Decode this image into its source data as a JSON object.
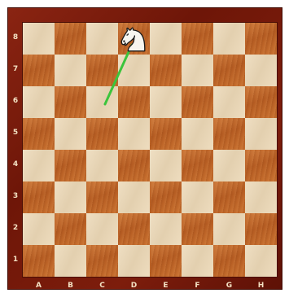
{
  "board": {
    "ranks": [
      "8",
      "7",
      "6",
      "5",
      "4",
      "3",
      "2",
      "1"
    ],
    "files": [
      "A",
      "B",
      "C",
      "D",
      "E",
      "F",
      "G",
      "H"
    ],
    "colors": {
      "light": "#ecd8b6",
      "dark": "#c26a2c",
      "frame": "#741a0a",
      "arrow": "#3cc43c"
    }
  },
  "pieces": [
    {
      "name": "white-knight",
      "icon": "knight-icon",
      "square": "D8",
      "color": "white"
    }
  ],
  "arrows": [
    {
      "from": "C6",
      "to": "D8",
      "color": "#3cc43c"
    }
  ]
}
